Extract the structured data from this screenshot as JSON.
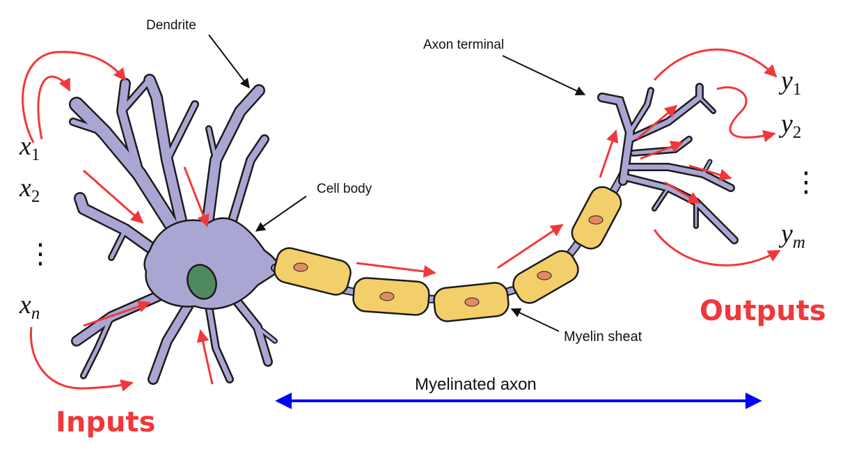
{
  "labels": {
    "dendrite": "Dendrite",
    "axon_terminal": "Axon terminal",
    "cell_body": "Cell body",
    "myelin_sheath": "Myelin sheat",
    "myelinated_axon": "Myelinated axon"
  },
  "inputs": {
    "title": "Inputs",
    "x1_base": "x",
    "x1_sub": "1",
    "x2_base": "x",
    "x2_sub": "2",
    "xn_base": "x",
    "xn_sub": "n",
    "dots": "⋮"
  },
  "outputs": {
    "title": "Outputs",
    "y1_base": "y",
    "y1_sub": "1",
    "y2_base": "y",
    "y2_sub": "2",
    "ym_base": "y",
    "ym_sub": "m",
    "dots": "⋮"
  },
  "colors": {
    "neuron_fill": "#aaa6d4",
    "neuron_stroke": "#1a1a1a",
    "nucleus": "#4f8a5f",
    "myelin_fill": "#f2cf6a",
    "myelin_nucleus": "#e38b63",
    "signal_arrow": "#f2373a",
    "axon_span_arrow": "#0000ff",
    "callout": "#111111",
    "io_title": "#f2373a"
  }
}
